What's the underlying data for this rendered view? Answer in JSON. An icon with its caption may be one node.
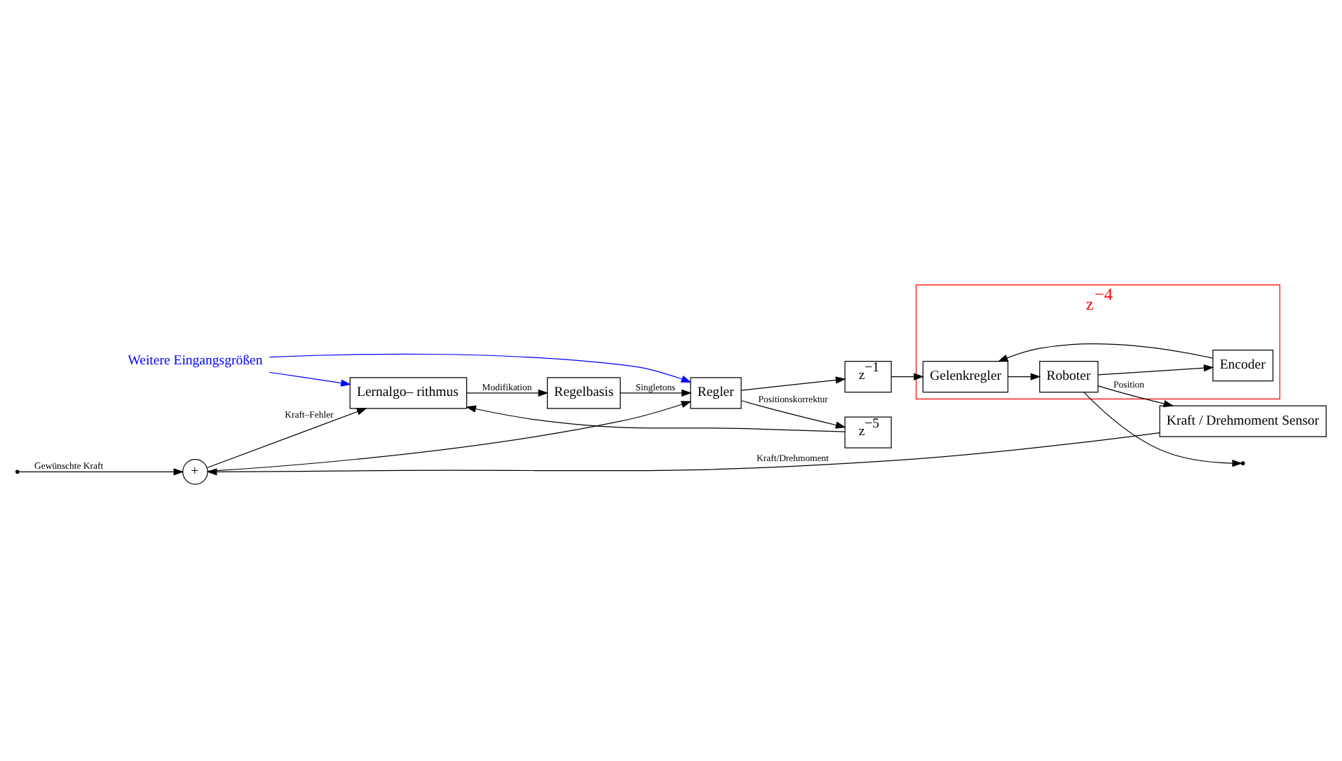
{
  "diagram": {
    "nodes": [
      {
        "text": [
          "+"
        ]
      },
      {
        "text": [
          "Regler"
        ]
      },
      {
        "text": [
          "z$^{−1}$"
        ]
      },
      {
        "text": [
          "Regelbasis"
        ]
      },
      {
        "text": [
          "Lernalgo– rithmus"
        ]
      },
      {
        "text": [
          "z$^{−5}$"
        ]
      },
      {
        "text": [
          "z$^{−4}$"
        ]
      },
      {
        "text": [
          "Gelenkregler"
        ],
        "in": 6
      },
      {
        "text": [
          "Roboter"
        ],
        "in": 6
      },
      {
        "text": [
          "Encoder"
        ],
        "in": 6
      },
      {
        "text": [
          "Kraft / Drehmoment Sensor"
        ]
      },
      {
        "text": [
          "Weitere Eingangsgrößen"
        ]
      }
    ],
    "edges": [
      {
        "from": null,
        "to": 0,
        "arrow": "to",
        "label": "Gewünschte Kraft"
      },
      {
        "from": 0,
        "to": 1,
        "arrow": "to"
      },
      {
        "from": 0,
        "to": 4,
        "arrow": "to",
        "label": "Kraft–Fehler"
      },
      {
        "from": 11,
        "to": 1,
        "arrow": "to",
        "color": "#0000ff"
      },
      {
        "from": 11,
        "to": 4,
        "arrow": "to",
        "color": "#0000ff"
      },
      {
        "from": 3,
        "to": 1,
        "arrow": "to",
        "label": "Singletons"
      },
      {
        "from": 4,
        "to": 3,
        "arrow": "to",
        "label": "Modifikation"
      },
      {
        "from": 1,
        "to": 2,
        "arrow": "to"
      },
      {
        "from": 1,
        "to": 5,
        "arrow": "to",
        "label": "Positionskorrektur"
      },
      {
        "from": 5,
        "to": 4,
        "arrow": "to"
      },
      {
        "from": 2,
        "to": 7,
        "arrow": "to"
      },
      {
        "from": 7,
        "to": 8,
        "arrow": "to"
      },
      {
        "from": 8,
        "to": null,
        "arrow": "to"
      },
      {
        "from": 8,
        "to": 9,
        "arrow": "to"
      },
      {
        "from": 9,
        "to": 7,
        "arrow": "to"
      },
      {
        "from": 8,
        "to": 10,
        "arrow": "to",
        "label": "Position"
      },
      {
        "from": 10,
        "to": 0,
        "arrow": "to",
        "label": "Kraft/Drehmoment"
      }
    ]
  }
}
